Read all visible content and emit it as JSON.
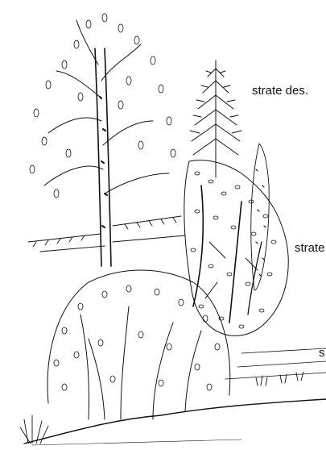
{
  "labels": {
    "canopy": "strate des.",
    "middle": "strate",
    "lower": "s"
  }
}
